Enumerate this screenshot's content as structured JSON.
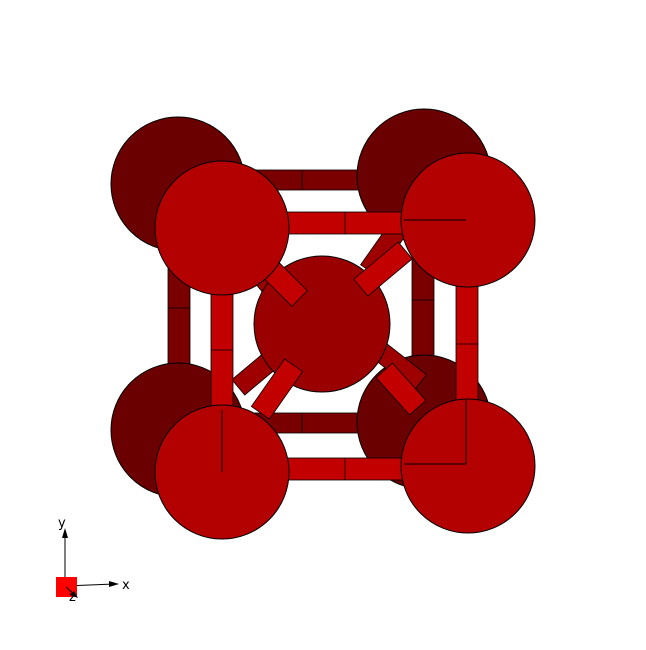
{
  "scene": {
    "atom_colors": {
      "front": "#b30000",
      "center": "#9a0000",
      "back": "#6a0000"
    },
    "bond_colors": {
      "front": "#c20000",
      "mid": "#9e0000",
      "back": "#7a0000"
    },
    "outline_color": "#000000"
  },
  "axes": {
    "x_label": "x",
    "y_label": "y",
    "z_label": "z",
    "marker_color": "#ff0000"
  }
}
